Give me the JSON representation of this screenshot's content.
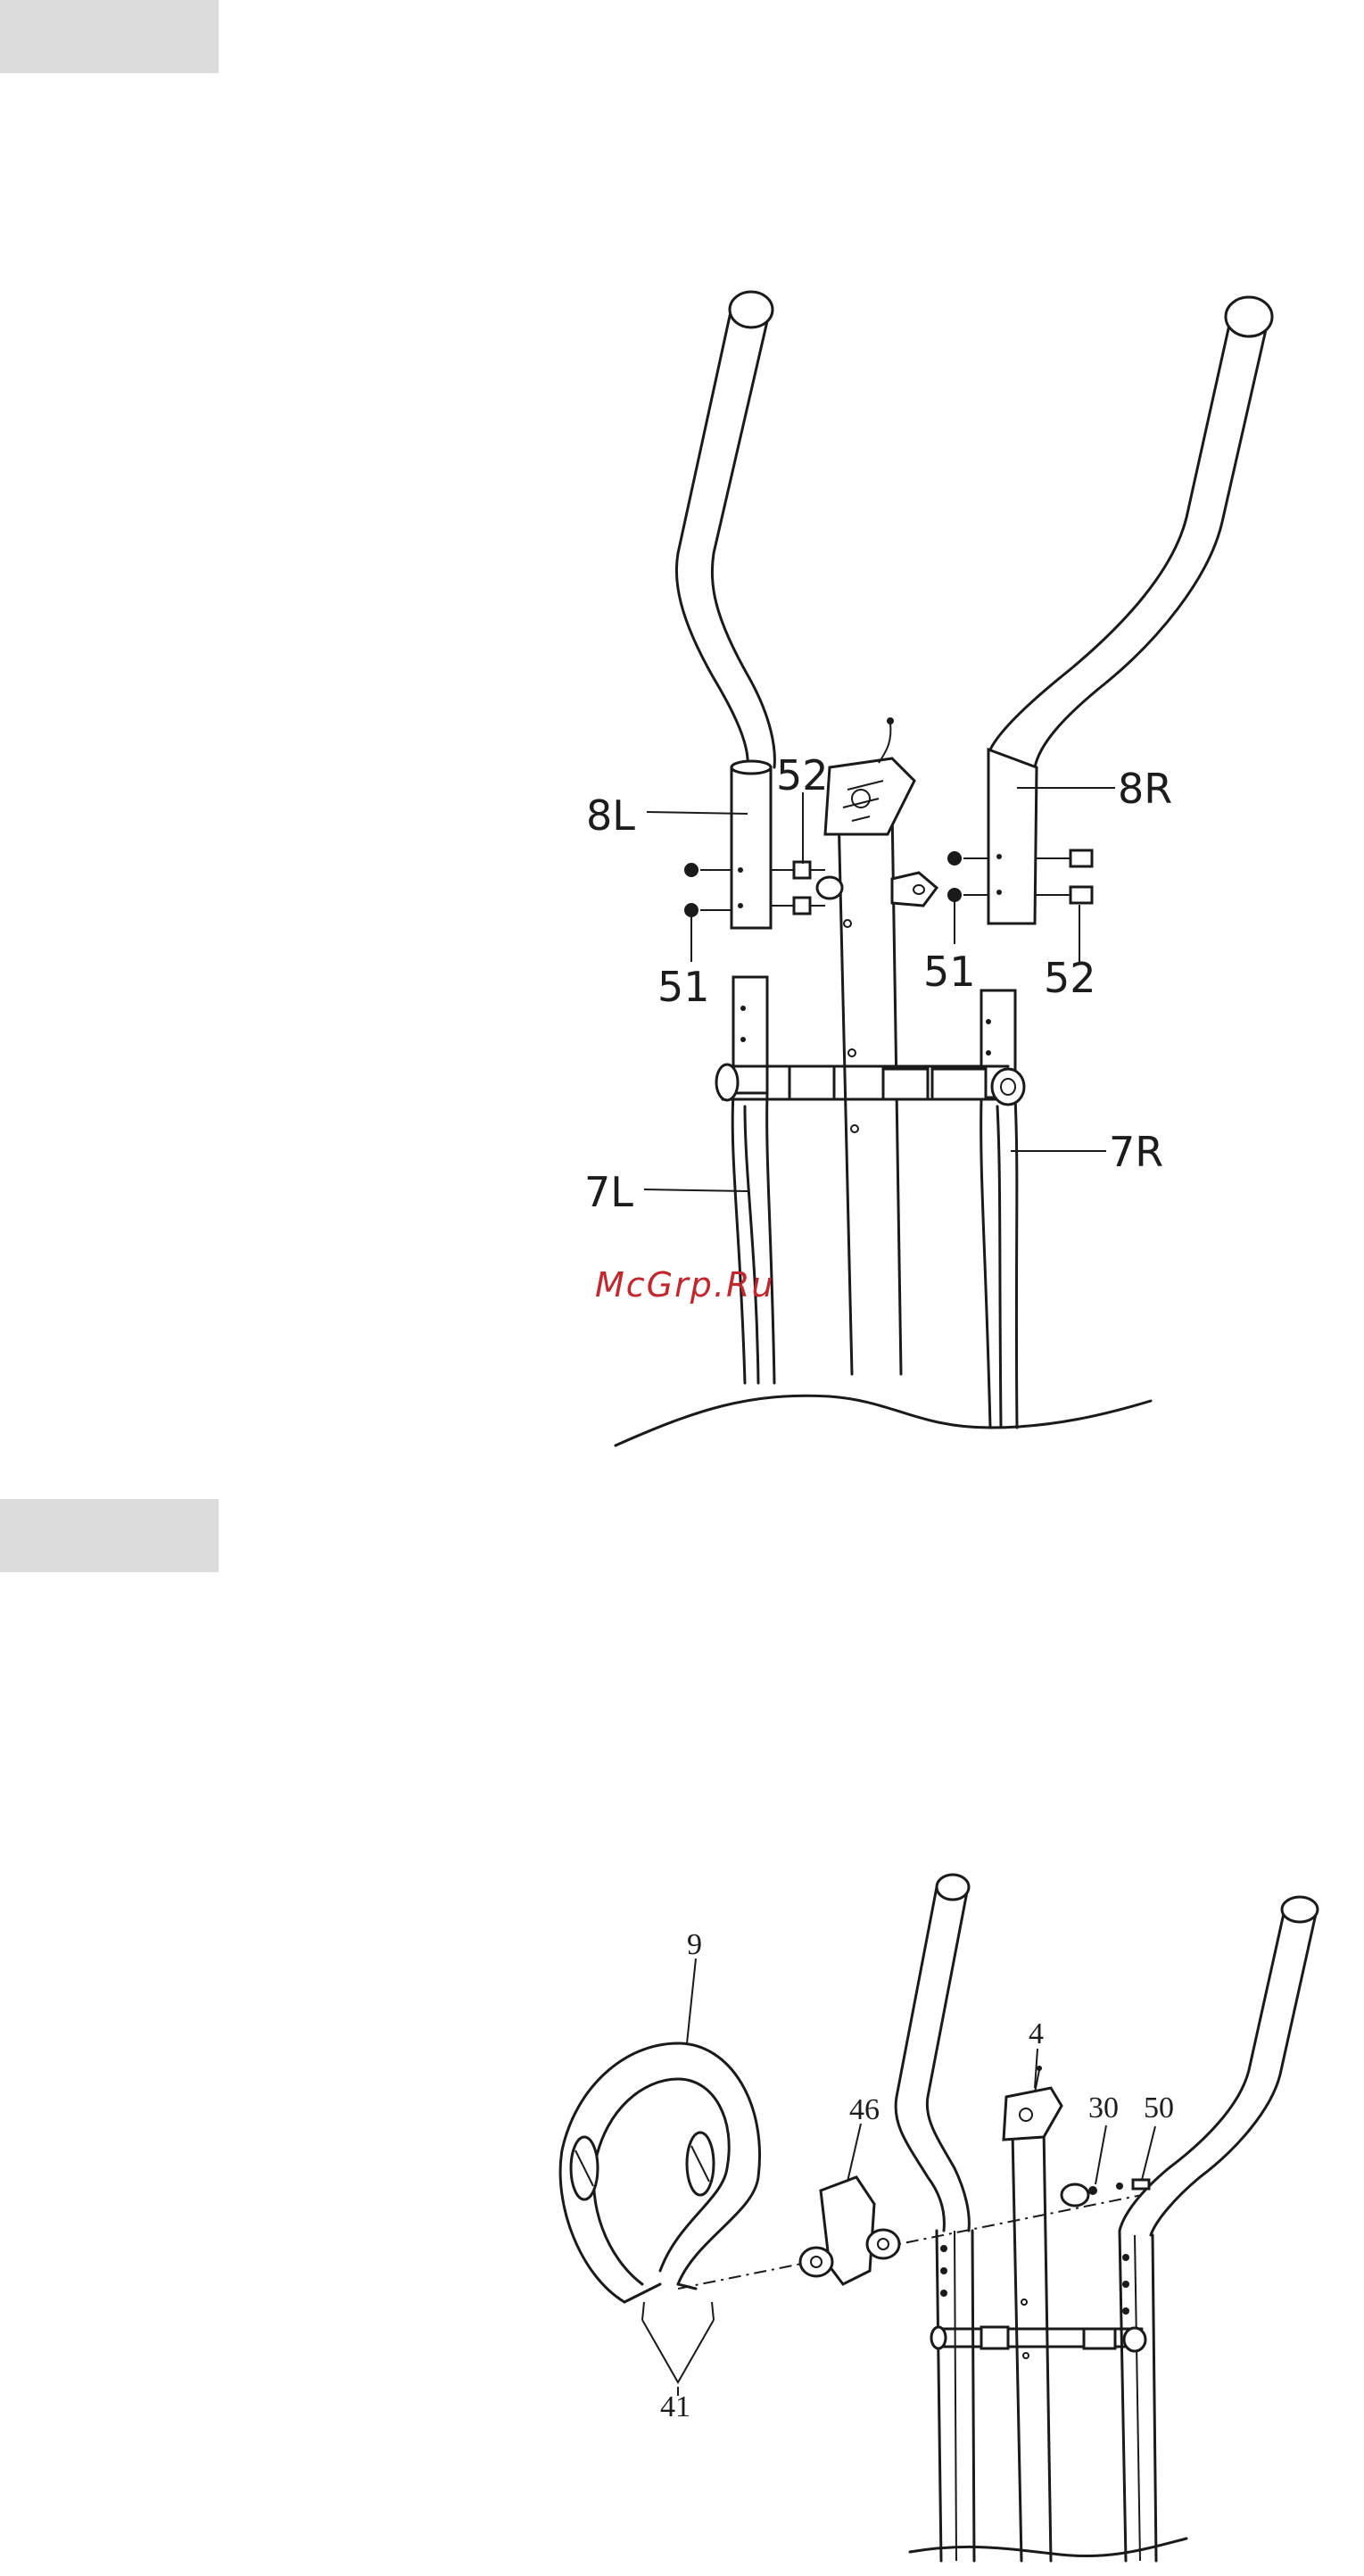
{
  "diagram_top": {
    "labels": {
      "handlebar_left": "8L",
      "handlebar_right": "8R",
      "lower_left": "7L",
      "lower_right": "7R",
      "bolt_left": "52",
      "bolt_right": "52",
      "nut_left": "51",
      "nut_right": "51"
    },
    "watermark": "McGrp.Ru",
    "watermark_color": "#c0282d"
  },
  "diagram_bottom": {
    "labels": {
      "handlebar": "9",
      "caps": "41",
      "cover": "46",
      "console_bracket": "4",
      "washer": "30",
      "bolt": "50"
    }
  }
}
